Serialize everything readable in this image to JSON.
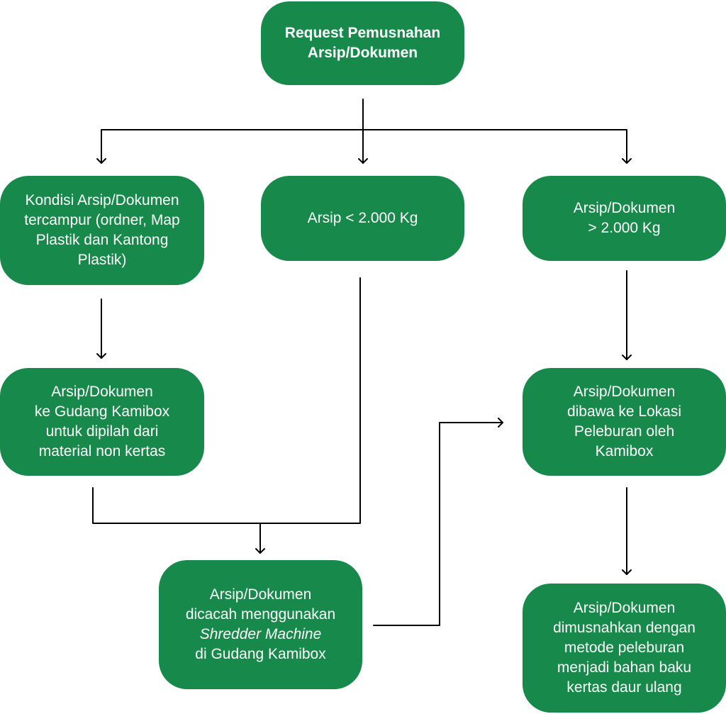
{
  "nodes": {
    "request": {
      "lines": [
        "Request Pemusnahan",
        "Arsip/Dokumen"
      ]
    },
    "mixed": {
      "lines": [
        "Kondisi Arsip/Dokumen",
        "tercampur (ordner, Map",
        "Plastik dan Kantong",
        "Plastik)"
      ]
    },
    "less_than": {
      "lines": [
        "Arsip < 2.000 Kg"
      ]
    },
    "greater_than": {
      "lines": [
        "Arsip/Dokumen",
        "> 2.000 Kg"
      ]
    },
    "sorting": {
      "lines": [
        "Arsip/Dokumen",
        "ke Gudang Kamibox",
        "untuk dipilah dari",
        "material non kertas"
      ]
    },
    "transport": {
      "lines": [
        "Arsip/Dokumen",
        "dibawa ke Lokasi",
        "Peleburan oleh",
        "Kamibox"
      ]
    },
    "shredding": {
      "lines": [
        "Arsip/Dokumen",
        "dicacah menggunakan",
        "Shredder Machine",
        "di Gudang Kamibox"
      ]
    },
    "final": {
      "lines": [
        "Arsip/Dokumen",
        "dimusnahkan dengan",
        "metode peleburan",
        "menjadi bahan baku",
        "kertas daur ulang"
      ]
    }
  },
  "colors": {
    "node_fill": "#17894a",
    "node_text": "#ffffff",
    "connector": "#000000",
    "background": "#ffffff"
  }
}
